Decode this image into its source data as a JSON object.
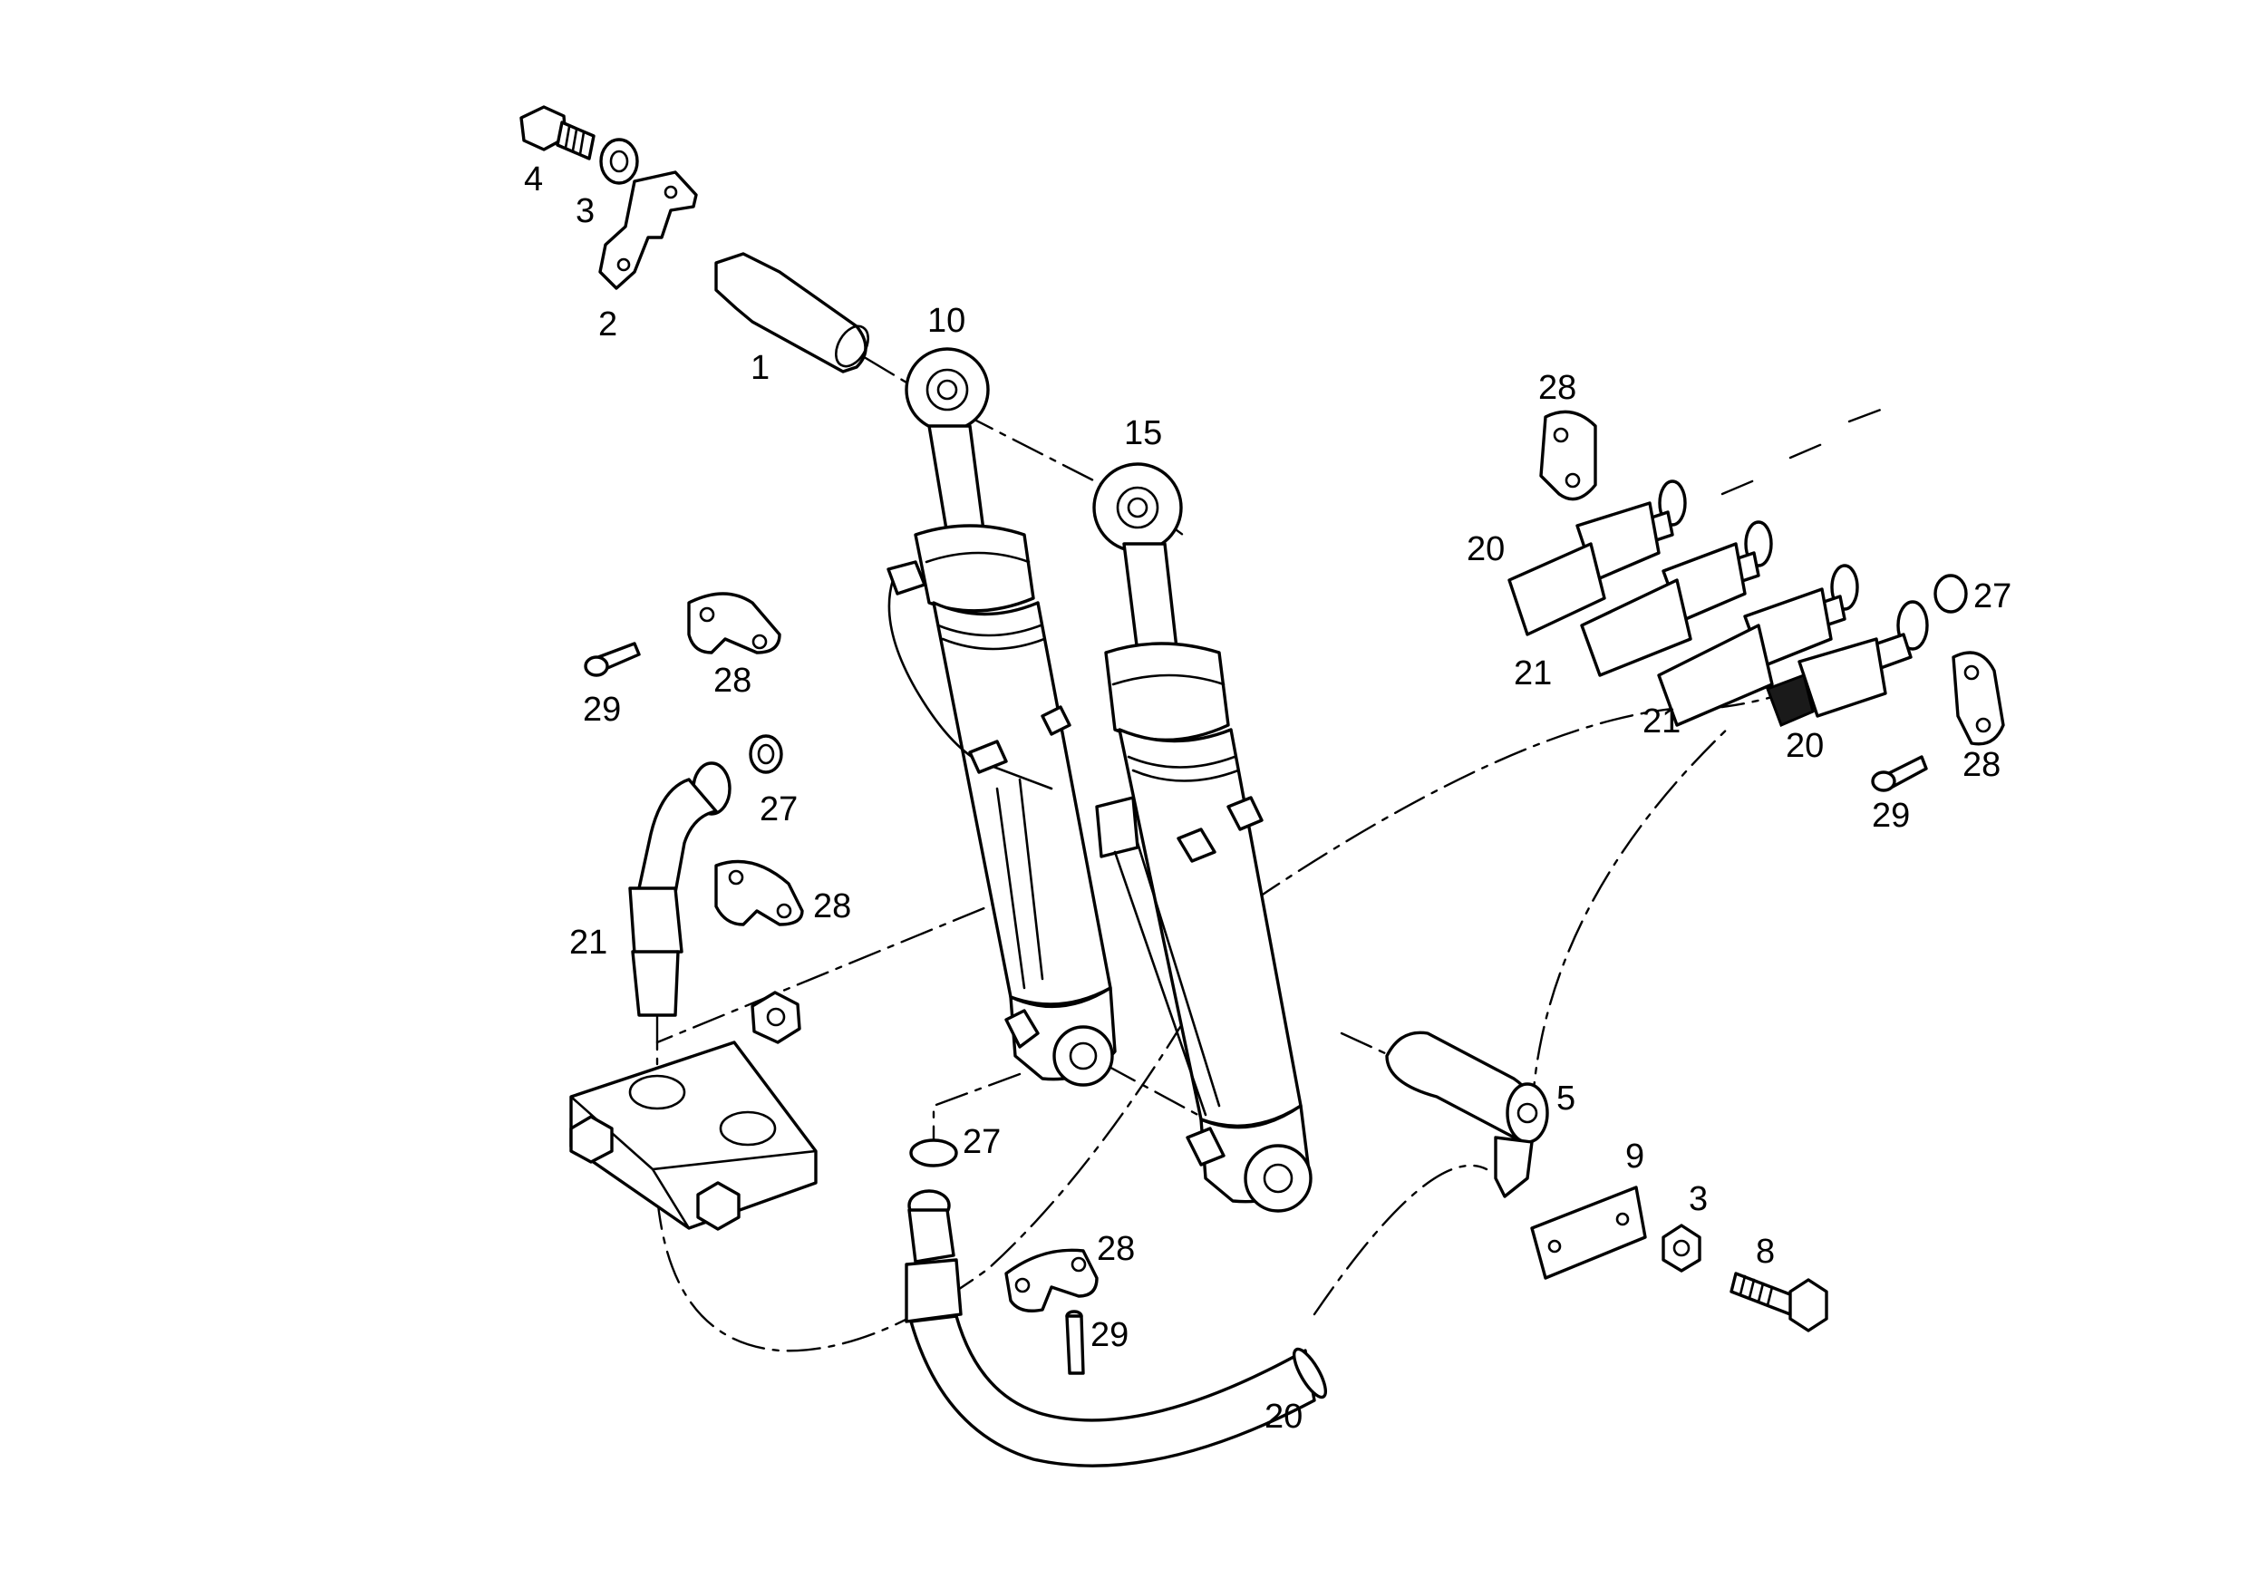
{
  "callouts": [
    {
      "id": "c1",
      "label": "4"
    },
    {
      "id": "c2",
      "label": "3"
    },
    {
      "id": "c3",
      "label": "2"
    },
    {
      "id": "c4",
      "label": "1"
    },
    {
      "id": "c5",
      "label": "10"
    },
    {
      "id": "c6",
      "label": "15"
    },
    {
      "id": "c7",
      "label": "28"
    },
    {
      "id": "c8",
      "label": "20"
    },
    {
      "id": "c9",
      "label": "21"
    },
    {
      "id": "c10",
      "label": "21"
    },
    {
      "id": "c11",
      "label": "27"
    },
    {
      "id": "c12",
      "label": "20"
    },
    {
      "id": "c13",
      "label": "28"
    },
    {
      "id": "c14",
      "label": "29"
    },
    {
      "id": "c15",
      "label": "29"
    },
    {
      "id": "c16",
      "label": "28"
    },
    {
      "id": "c17",
      "label": "27"
    },
    {
      "id": "c18",
      "label": "21"
    },
    {
      "id": "c19",
      "label": "28"
    },
    {
      "id": "c20",
      "label": "27"
    },
    {
      "id": "c21",
      "label": "5"
    },
    {
      "id": "c22",
      "label": "9"
    },
    {
      "id": "c23",
      "label": "3"
    },
    {
      "id": "c24",
      "label": "8"
    },
    {
      "id": "c25",
      "label": "28"
    },
    {
      "id": "c26",
      "label": "29"
    },
    {
      "id": "c27",
      "label": "20"
    }
  ]
}
